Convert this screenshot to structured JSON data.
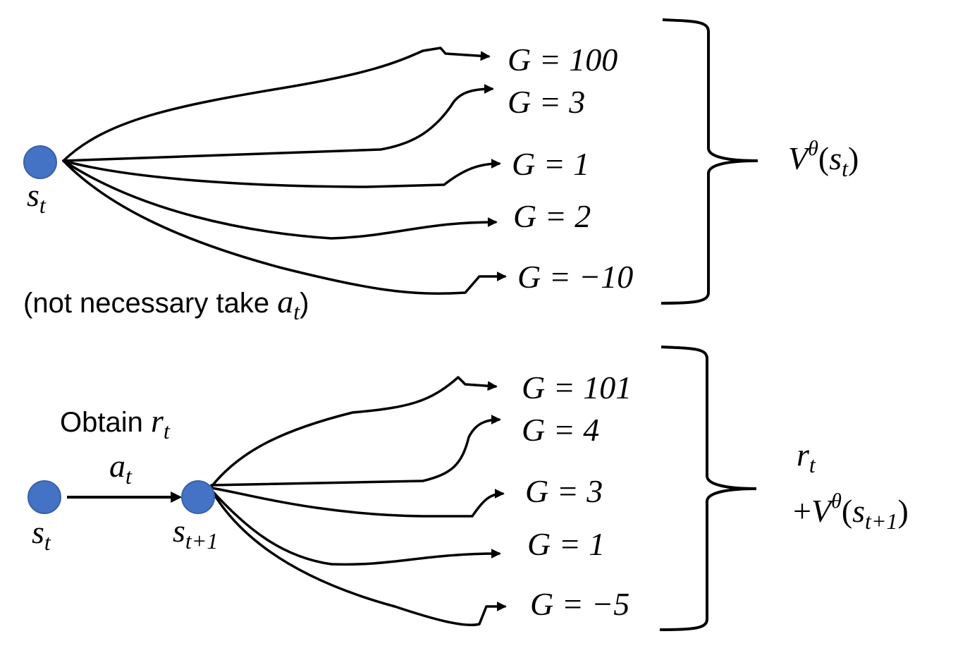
{
  "top": {
    "state_label": {
      "base": "s",
      "sub": "t"
    },
    "note": {
      "text": "(not necessary take ",
      "var": "a",
      "sub": "t",
      "close": ")"
    },
    "returns": [
      "G = 100",
      "G = 3",
      "G = 1",
      "G = 2",
      "G = −10"
    ],
    "value": {
      "V": "V",
      "sup": "θ",
      "open": "(",
      "s": "s",
      "sub": "t",
      "close": ")"
    }
  },
  "bottom": {
    "state_label": {
      "base": "s",
      "sub": "t"
    },
    "next_state_label": {
      "base": "s",
      "sub": "t+1"
    },
    "obtain": {
      "text": "Obtain ",
      "var": "r",
      "sub": "t"
    },
    "action": {
      "var": "a",
      "sub": "t"
    },
    "returns": [
      "G = 101",
      "G = 4",
      "G = 3",
      "G = 1",
      "G = −5"
    ],
    "target": {
      "r": "r",
      "r_sub": "t",
      "plus": "+",
      "V": "V",
      "sup": "θ",
      "open": "(",
      "s": "s",
      "sub": "t+1",
      "close": ")"
    }
  },
  "colors": {
    "node": "#4472C4"
  }
}
